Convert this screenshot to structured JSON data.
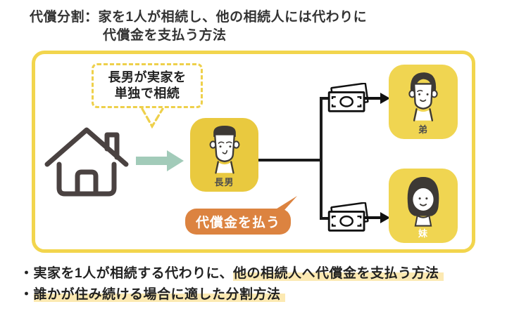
{
  "title": {
    "line1": "代償分割：家を1人が相続し、他の相続人には代わりに",
    "line2": "代償金を支払う方法"
  },
  "diagram": {
    "speech_bubble": {
      "line1": "長男が実家を",
      "line2": "単独で相続"
    },
    "payment_bubble": {
      "label": "代償金を払う"
    },
    "eldest_son": {
      "label": "長男"
    },
    "brother": {
      "label": "弟"
    },
    "sister": {
      "label": "妹"
    },
    "icons": {
      "house": "house-icon",
      "inherit_arrow": "arrow-right-icon",
      "money": "banknote-icon",
      "payment_arrow": "arrow-right-icon"
    }
  },
  "bullets": [
    {
      "prefix": "・実家を1人が相続する代わりに、",
      "highlight": "他の相続人へ代償金を支払う方法"
    },
    {
      "prefix": "・",
      "highlight": "誰かが住み続ける場合に適した分割方法"
    }
  ],
  "colors": {
    "container_border": "#f2d54d",
    "avatar_yellow_main": "#e9c93f",
    "avatar_yellow_sub": "#f0d551",
    "teal_arrow": "#a2cbb9",
    "orange_bubble": "#dc8340",
    "text_highlight": "#fce9b2",
    "connector_black": "#1a1a1a",
    "house_outline": "#4a4241"
  }
}
